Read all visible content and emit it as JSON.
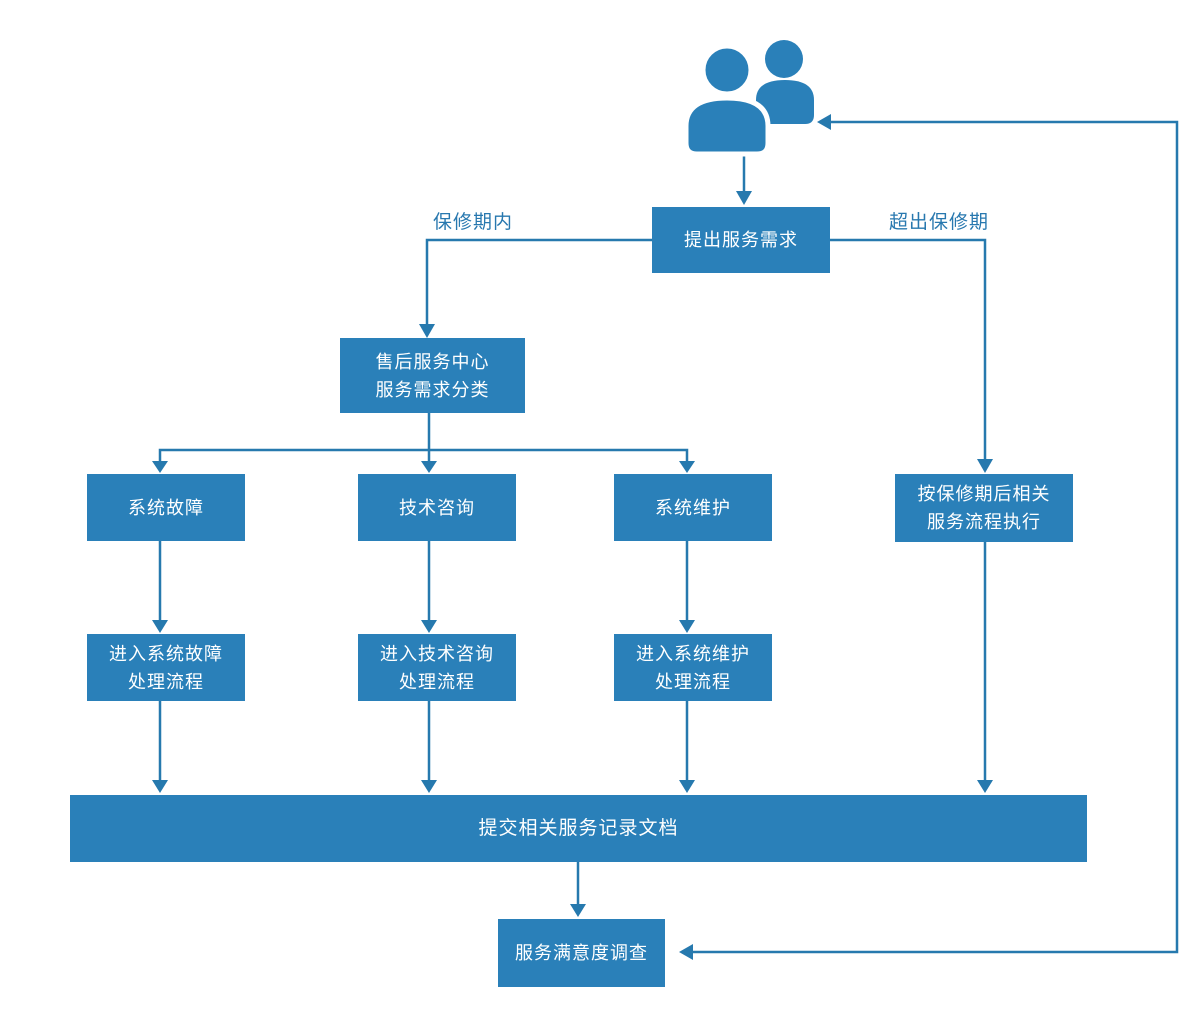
{
  "diagram": {
    "type": "flowchart",
    "language": "zh-CN",
    "colors": {
      "node_fill": "#2a80b9",
      "node_text": "#ffffff",
      "connector": "#2679ae",
      "edge_label_text": "#2878af",
      "background": "#ffffff"
    },
    "icons": {
      "actors": "users-icon"
    },
    "nodes": {
      "request": {
        "label": "提出服务需求"
      },
      "service_center": {
        "line1": "售后服务中心",
        "line2": "服务需求分类"
      },
      "system_fault": {
        "label": "系统故障"
      },
      "tech_consult": {
        "label": "技术咨询"
      },
      "system_maintenance": {
        "label": "系统维护"
      },
      "post_warranty": {
        "line1": "按保修期后相关",
        "line2": "服务流程执行"
      },
      "fault_process": {
        "line1": "进入系统故障",
        "line2": "处理流程"
      },
      "consult_process": {
        "line1": "进入技术咨询",
        "line2": "处理流程"
      },
      "maintenance_process": {
        "line1": "进入系统维护",
        "line2": "处理流程"
      },
      "submit_records": {
        "label": "提交相关服务记录文档"
      },
      "satisfaction_survey": {
        "label": "服务满意度调查"
      }
    },
    "edge_labels": {
      "in_warranty": "保修期内",
      "out_of_warranty": "超出保修期"
    }
  }
}
